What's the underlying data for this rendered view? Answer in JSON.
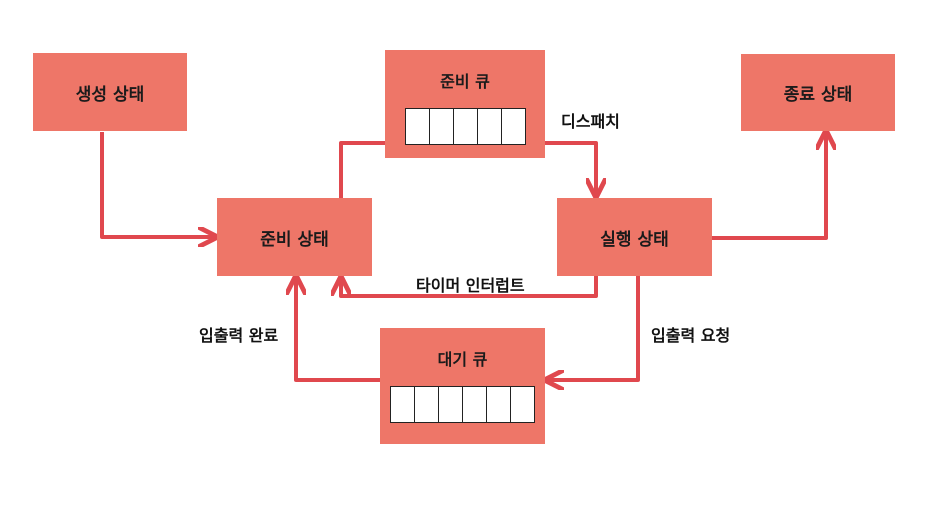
{
  "states": {
    "new": "생성 상태",
    "ready": "준비 상태",
    "running": "실행 상태",
    "terminated": "종료 상태"
  },
  "queues": {
    "ready_queue": {
      "title": "준비 큐",
      "slots": 5
    },
    "wait_queue": {
      "title": "대기 큐",
      "slots": 6
    }
  },
  "transitions": {
    "dispatch": "디스패치",
    "timer_interrupt": "타이머 인터럽트",
    "io_request": "입출력 요청",
    "io_complete": "입출력 완료"
  },
  "colors": {
    "box": "#ee7668",
    "arrow": "#e0484e"
  }
}
